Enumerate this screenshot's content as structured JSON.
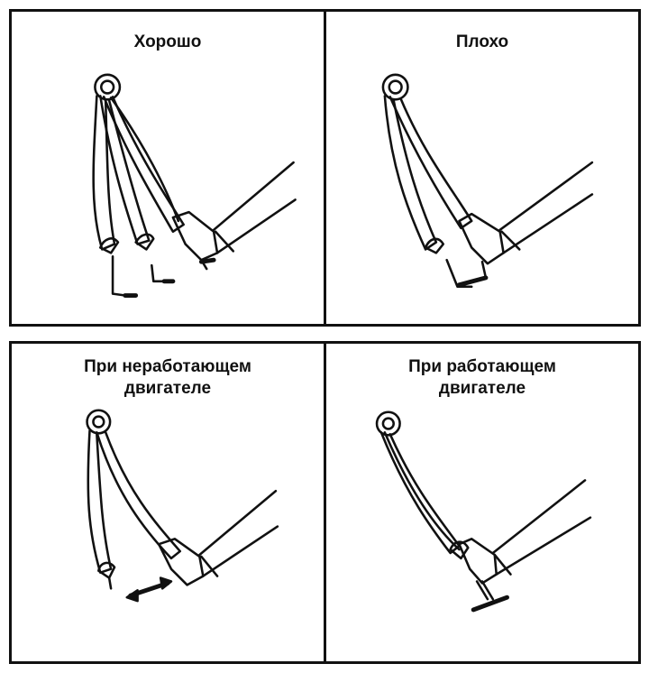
{
  "panels": [
    {
      "caption": "Хорошо"
    },
    {
      "caption": "Плохо"
    },
    {
      "caption": "При неработающем\nдвигателе"
    },
    {
      "caption": "При работающем\nдвигателе"
    }
  ],
  "colors": {
    "line": "#111111",
    "background": "#ffffff"
  }
}
